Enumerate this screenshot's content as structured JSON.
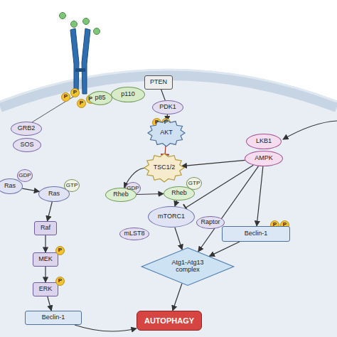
{
  "diagram": {
    "nodes": [
      {
        "text": [
          "PTEN"
        ]
      },
      {
        "text": [
          "P"
        ]
      },
      {
        "text": [
          "P"
        ]
      },
      {
        "text": [
          "P"
        ]
      },
      {
        "text": [
          "P"
        ]
      },
      {
        "text": [
          "p85"
        ]
      },
      {
        "text": [
          "p110"
        ]
      },
      {
        "text": [
          "GRB2"
        ]
      },
      {
        "text": [
          "SOS"
        ]
      },
      {
        "text": [
          "GDP"
        ]
      },
      {
        "text": [
          "Ras"
        ]
      },
      {
        "text": [
          "GTP"
        ]
      },
      {
        "text": [
          "Ras"
        ]
      },
      {
        "text": [
          "Raf"
        ]
      },
      {
        "text": [
          "MEK"
        ]
      },
      {
        "text": [
          "P"
        ]
      },
      {
        "text": [
          "ERK"
        ]
      },
      {
        "text": [
          "P"
        ]
      },
      {
        "text": [
          "Beclin-1"
        ]
      },
      {
        "text": [
          "PDK1"
        ]
      },
      {
        "text": [
          "P"
        ]
      },
      {
        "text": [
          "P"
        ]
      },
      {
        "text": [
          "AKT"
        ]
      },
      {
        "text": [
          "TSC1/2"
        ]
      },
      {
        "text": [
          "GDP"
        ]
      },
      {
        "text": [
          "Rheb"
        ]
      },
      {
        "text": [
          "GTP"
        ]
      },
      {
        "text": [
          "Rheb"
        ]
      },
      {
        "text": [
          "mTORC1"
        ]
      },
      {
        "text": [
          "Raptor"
        ]
      },
      {
        "text": [
          "mLST8"
        ]
      },
      {
        "text": [
          "LKB1"
        ]
      },
      {
        "text": [
          "AMPK"
        ]
      },
      {
        "text": [
          "P"
        ]
      },
      {
        "text": [
          "P"
        ]
      },
      {
        "text": [
          "Beclin-1"
        ]
      },
      {
        "text": [
          "Atg1-Atg13 complex"
        ]
      },
      {
        "text": [
          "AUTOPHAGY"
        ]
      }
    ],
    "edges": [
      {
        "from": 10,
        "to": 12,
        "arrow": "to"
      },
      {
        "from": 12,
        "to": 13,
        "arrow": "to"
      },
      {
        "from": 13,
        "to": 14,
        "arrow": "to"
      },
      {
        "from": 14,
        "to": 16,
        "arrow": "to"
      },
      {
        "from": 16,
        "to": 18,
        "arrow": "to"
      },
      {
        "from": 18,
        "to": 37,
        "arrow": "to"
      },
      {
        "from": 0,
        "to": 19,
        "arrow": "none"
      },
      {
        "from": 19,
        "to": 22,
        "arrow": "to"
      },
      {
        "from": 22,
        "to": 23,
        "arrow": "to"
      },
      {
        "from": 23,
        "to": 25,
        "arrow": "to"
      },
      {
        "from": 25,
        "to": 27,
        "arrow": "to"
      },
      {
        "from": 27,
        "to": 28,
        "arrow": "to"
      },
      {
        "from": 32,
        "to": 23,
        "arrow": "to"
      },
      {
        "from": 32,
        "to": 28,
        "arrow": "to"
      },
      {
        "from": 32,
        "to": 35,
        "arrow": "to"
      },
      {
        "from": 32,
        "to": 36,
        "arrow": "to"
      },
      {
        "from": 28,
        "to": 36,
        "arrow": "to"
      },
      {
        "from": 35,
        "to": 36,
        "arrow": "to"
      },
      {
        "from": 36,
        "to": 37,
        "arrow": "to"
      }
    ]
  }
}
